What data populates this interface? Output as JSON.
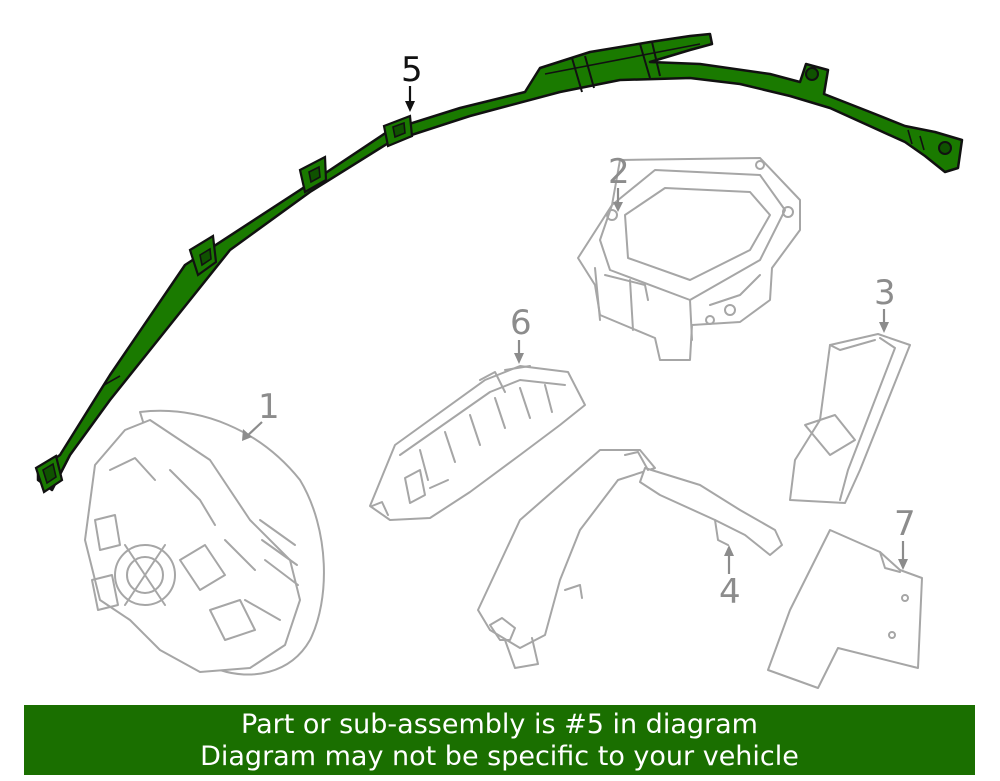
{
  "diagram": {
    "callouts": {
      "c1": "1",
      "c2": "2",
      "c3": "3",
      "c4": "4",
      "c5": "5",
      "c6": "6",
      "c7": "7"
    },
    "highlighted_part": "5",
    "colors": {
      "highlight_fill": "#1a7a00",
      "outline": "#a6a6a6",
      "callout_text": "#8c8c8c",
      "banner_bg": "#1a6f00",
      "banner_text": "#ffffff"
    }
  },
  "banner": {
    "line1": "Part or sub-assembly is #5 in diagram",
    "line2": "Diagram may not be specific to your vehicle"
  }
}
